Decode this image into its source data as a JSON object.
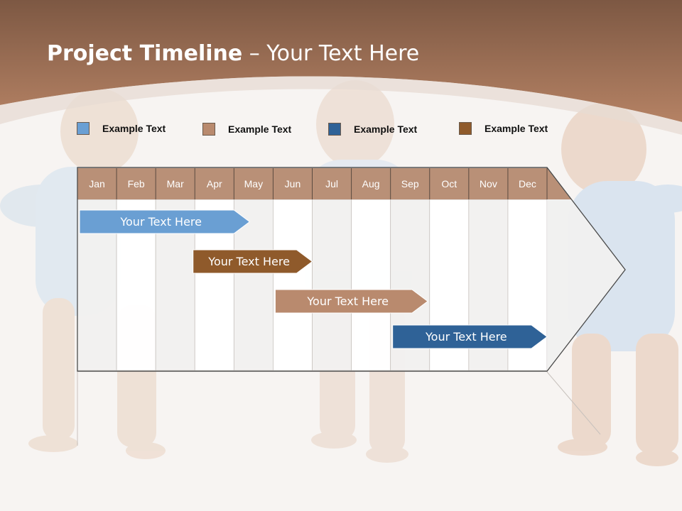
{
  "slide": {
    "title_bold": "Project Timeline",
    "title_rest": " – Your Text Here"
  },
  "colors": {
    "header_brown": "#a4765a",
    "month_header": "#b99077",
    "blue_light": "#6a9fd3",
    "brown_dark": "#8f5a2b",
    "tan": "#b98a6e",
    "navy": "#2f6297"
  },
  "legend": [
    {
      "label": "Example Text",
      "color": "#6a9fd3"
    },
    {
      "label": "Example Text",
      "color": "#b98a6e"
    },
    {
      "label": "Example Text",
      "color": "#2f6297"
    },
    {
      "label": "Example Text",
      "color": "#8f5a2b"
    }
  ],
  "timeline": {
    "months": [
      "Jan",
      "Feb",
      "Mar",
      "Apr",
      "May",
      "Jun",
      "Jul",
      "Aug",
      "Sep",
      "Oct",
      "Nov",
      "Dec"
    ],
    "tasks": [
      {
        "label": "Your  Text Here",
        "start_month": 1.0,
        "end_month": 4.4,
        "color": "#6a9fd3"
      },
      {
        "label": "Your  Text Here",
        "start_month": 3.9,
        "end_month": 6.0,
        "color": "#8f5a2b"
      },
      {
        "label": "Your  Text Here",
        "start_month": 6.0,
        "end_month": 8.95,
        "color": "#b98a6e"
      },
      {
        "label": "Your  Text Here",
        "start_month": 9.0,
        "end_month": 12.0,
        "color": "#2f6297"
      }
    ]
  }
}
